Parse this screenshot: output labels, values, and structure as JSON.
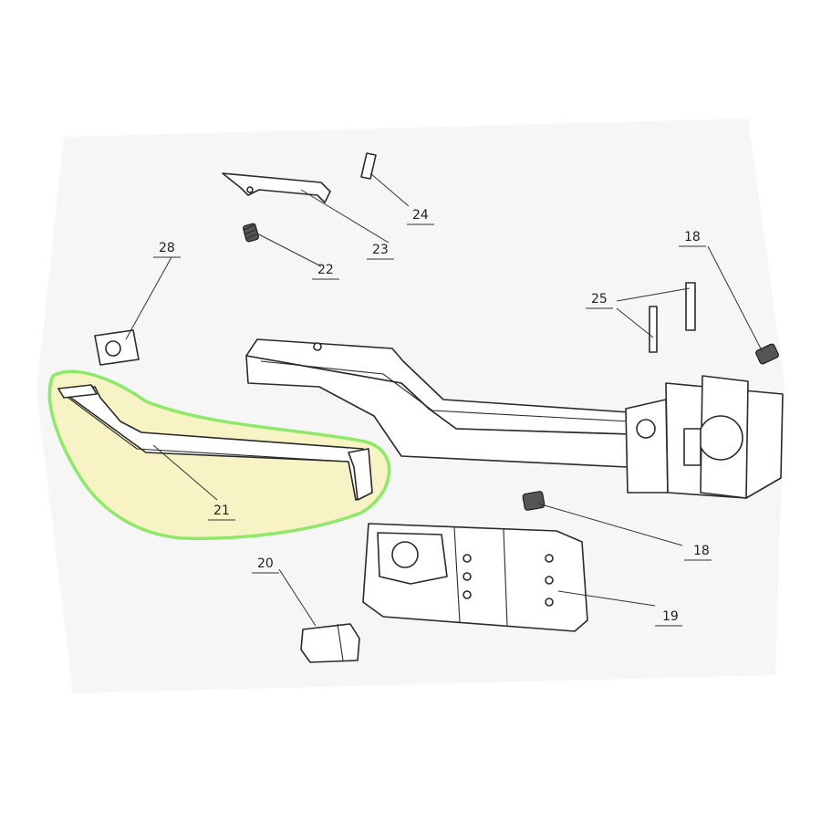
{
  "callouts": {
    "c18a": "18",
    "c18b": "18",
    "c19": "19",
    "c20": "20",
    "c21": "21",
    "c22": "22",
    "c23": "23",
    "c24": "24",
    "c25": "25",
    "c28": "28"
  },
  "highlight": {
    "part": "21",
    "outline_color": "#8ee86a",
    "fill_color": "#f7f3c4"
  }
}
